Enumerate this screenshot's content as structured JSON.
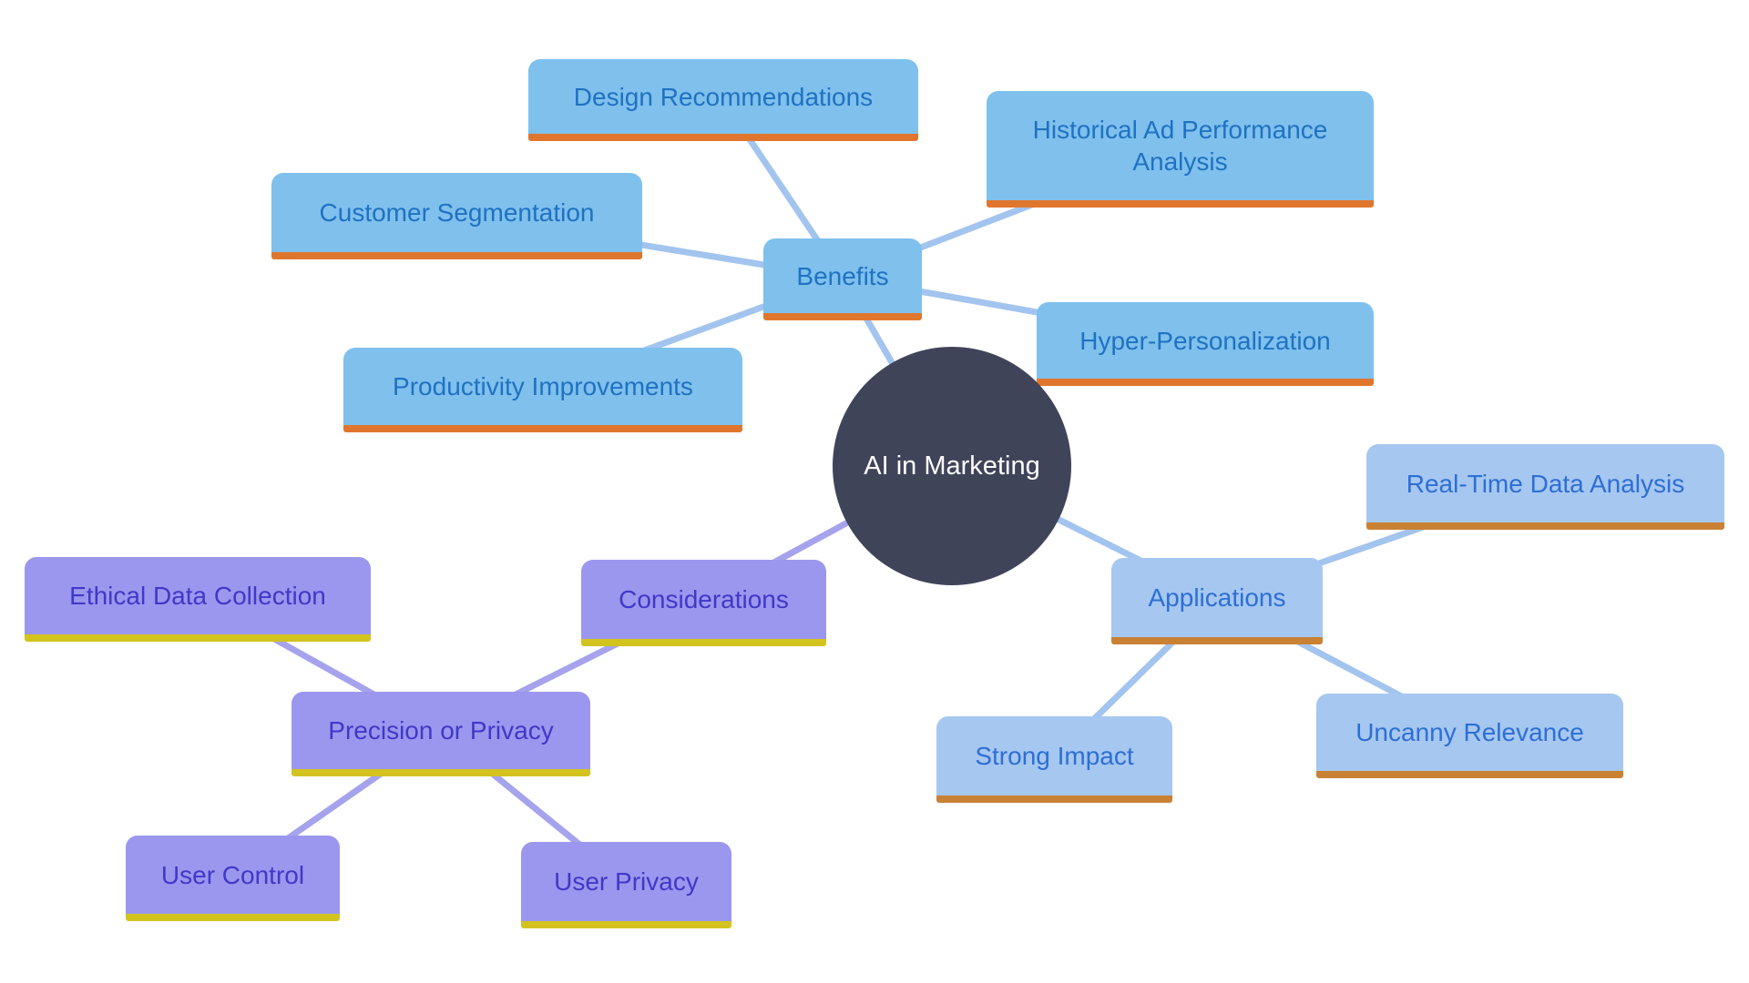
{
  "center": {
    "label": "AI in Marketing"
  },
  "nodes": {
    "design_recommendations": "Design Recommendations",
    "historical_ad_performance_analysis": "Historical Ad Performance Analysis",
    "customer_segmentation": "Customer Segmentation",
    "benefits": "Benefits",
    "hyper_personalization": "Hyper-Personalization",
    "productivity_improvements": "Productivity Improvements",
    "considerations": "Considerations",
    "ethical_data_collection": "Ethical Data Collection",
    "precision_or_privacy": "Precision or Privacy",
    "user_control": "User Control",
    "user_privacy": "User Privacy",
    "applications": "Applications",
    "real_time_data_analysis": "Real-Time Data Analysis",
    "strong_impact": "Strong Impact",
    "uncanny_relevance": "Uncanny Relevance"
  },
  "structure": {
    "root": "AI in Marketing",
    "edges": [
      [
        "benefits",
        "design_recommendations"
      ],
      [
        "benefits",
        "historical_ad_performance_analysis"
      ],
      [
        "benefits",
        "customer_segmentation"
      ],
      [
        "benefits",
        "hyper_personalization"
      ],
      [
        "benefits",
        "productivity_improvements"
      ],
      [
        "center",
        "benefits"
      ],
      [
        "center",
        "applications"
      ],
      [
        "applications",
        "real_time_data_analysis"
      ],
      [
        "applications",
        "strong_impact"
      ],
      [
        "applications",
        "uncanny_relevance"
      ],
      [
        "center",
        "considerations"
      ],
      [
        "considerations",
        "precision_or_privacy"
      ],
      [
        "precision_or_privacy",
        "ethical_data_collection"
      ],
      [
        "precision_or_privacy",
        "user_control"
      ],
      [
        "precision_or_privacy",
        "user_privacy"
      ]
    ]
  },
  "colors": {
    "blue_fill": "#7fc0ed",
    "blue_text": "#1f72c2",
    "blue_underline": "#e0762d",
    "lightblue_fill": "#a6c7f0",
    "lightblue_text": "#2d6fd4",
    "lightblue_underline": "#c98134",
    "purple_fill": "#9b97ee",
    "purple_text": "#4038c8",
    "purple_underline": "#d2c31f",
    "line_blue": "#a2c4ee",
    "line_purple": "#a6a3ed",
    "circle_fill": "#3f4459",
    "circle_text": "#ffffff"
  }
}
